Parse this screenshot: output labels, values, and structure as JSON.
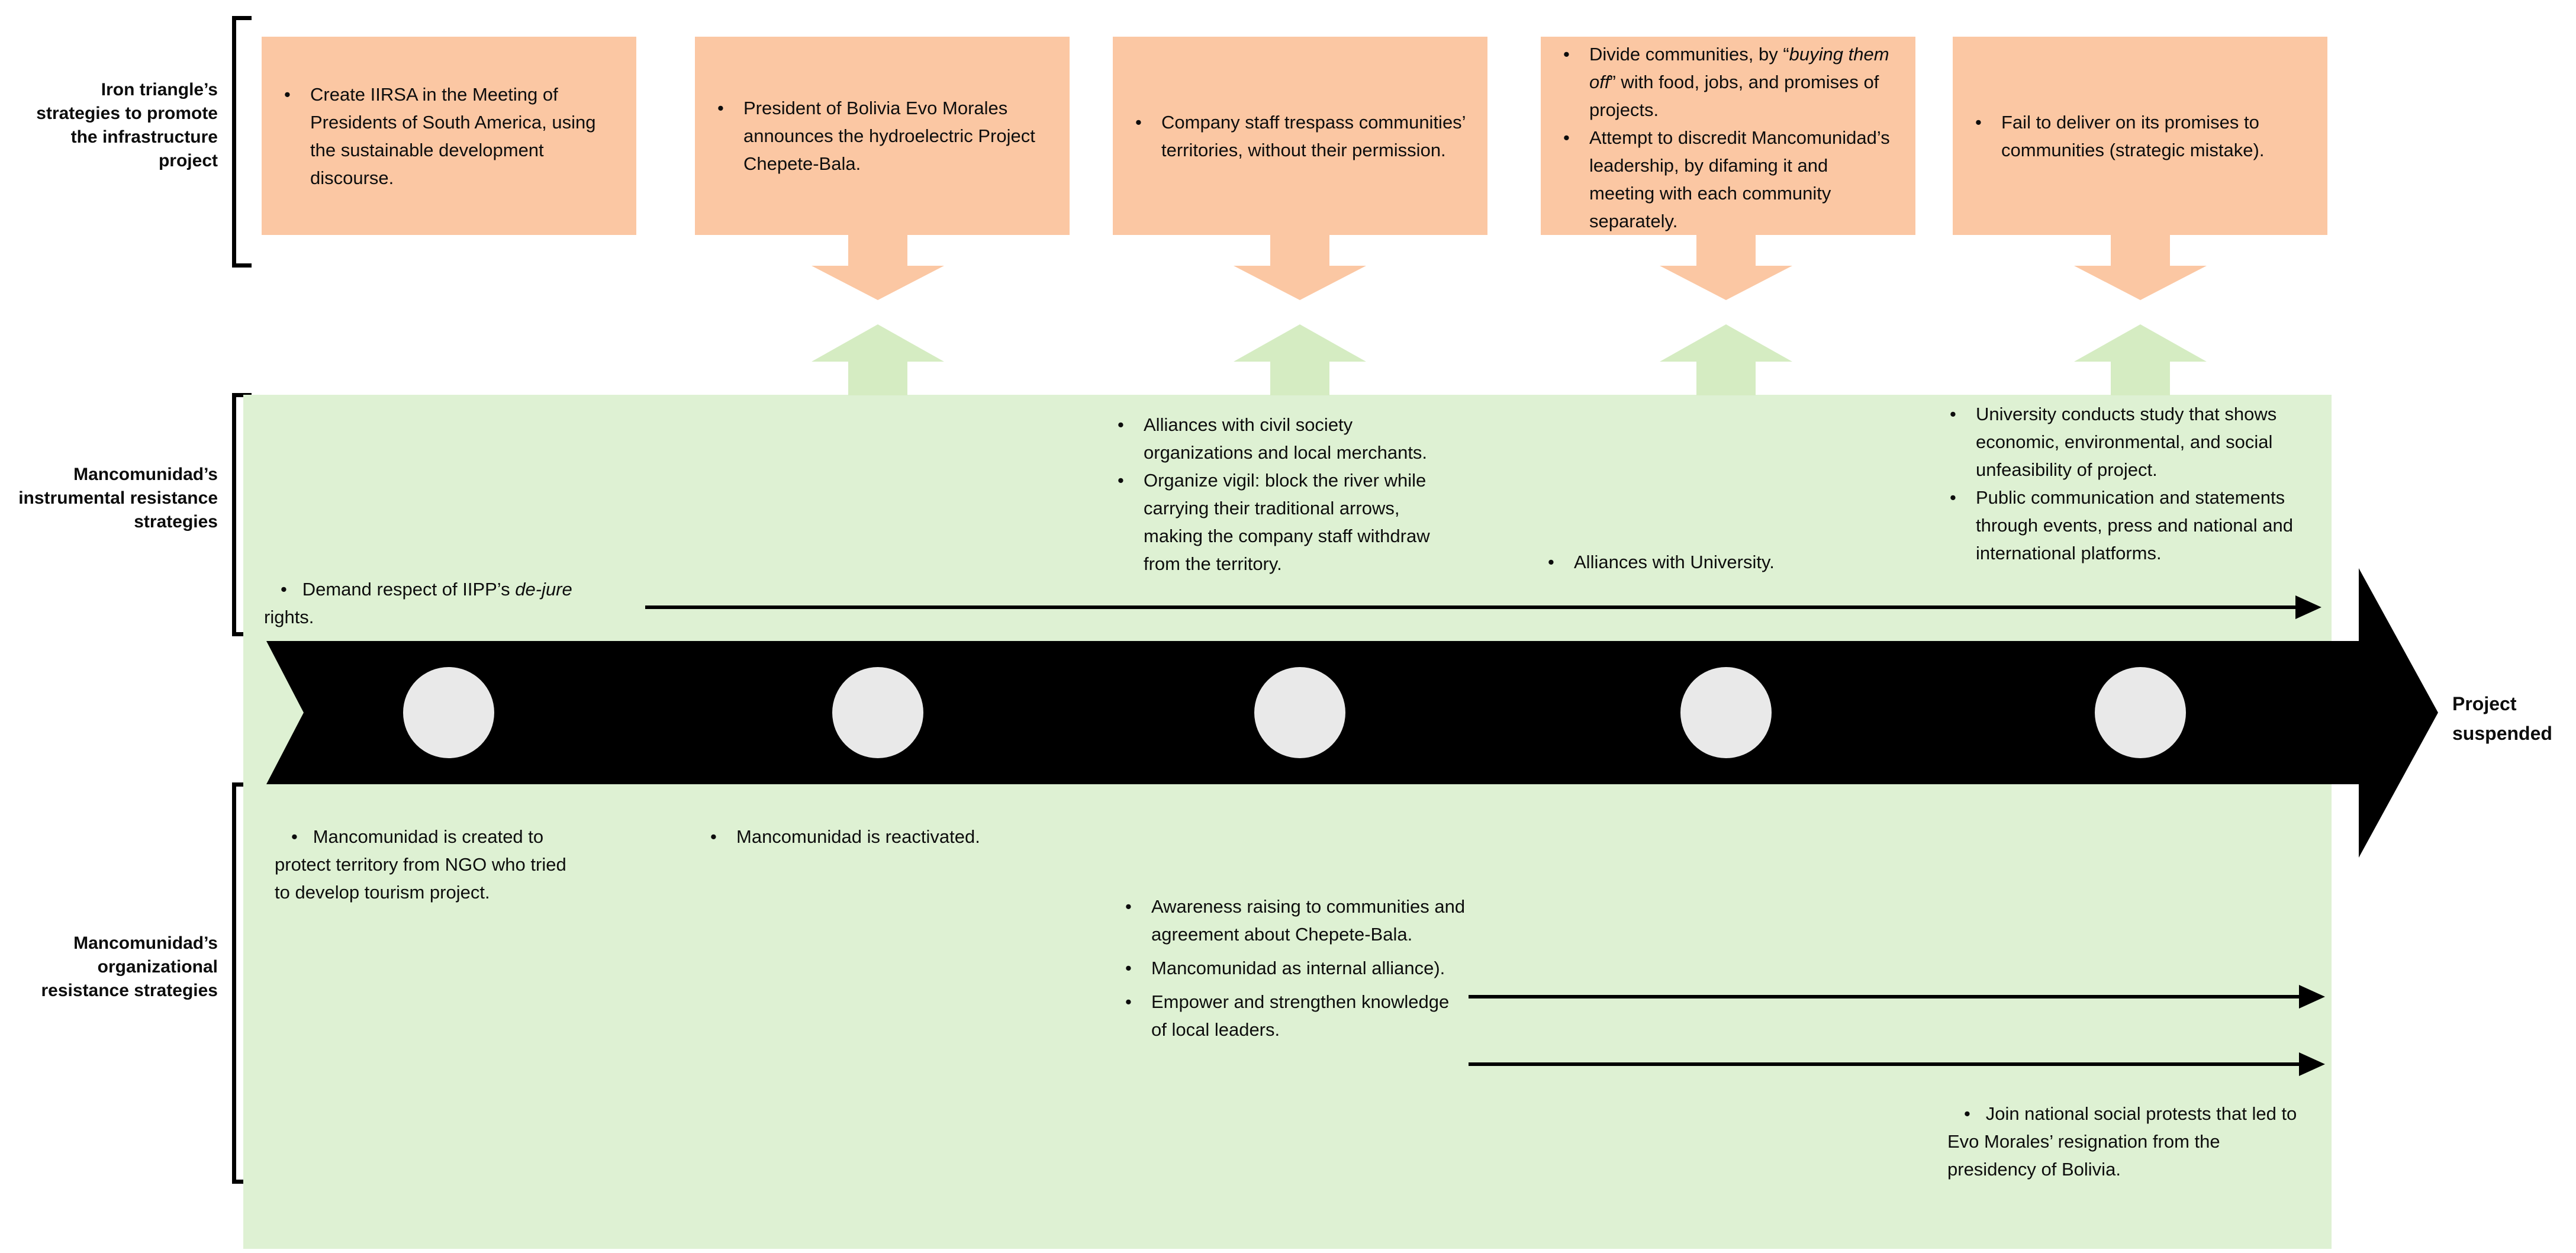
{
  "colors": {
    "strategy_box": "#fbc7a3",
    "resistance_box": "#def1d3",
    "resistance_arrow": "#d5ecc2",
    "timeline": "#000000",
    "milestone": "#e9e9e9",
    "text": "#0d0d0d"
  },
  "left_labels": {
    "iron": "Iron triangle’s strategies to promote the infrastructure project",
    "instrumental": "Mancomunidad’s instrumental resistance strategies",
    "organizational": "Mancomunidad’s organizational resistance strategies"
  },
  "iron_row": {
    "boxes": [
      {
        "bullets": [
          "Create IIRSA in the Meeting of Presidents of South America, using the sustainable development discourse."
        ]
      },
      {
        "bullets": [
          "President of Bolivia Evo Morales announces the hydroelectric Project Chepete-Bala."
        ]
      },
      {
        "bullets": [
          "Company staff trespass communities’ territories, without their permission."
        ]
      },
      {
        "bullets": [
          "Divide communities, by “*buying them off*” with food, jobs, and promises of projects.",
          "Attempt to discredit Mancomunidad’s leadership, by difaming it and meeting with each community separately."
        ]
      },
      {
        "bullets": [
          "Fail to deliver on its promises to communities (strategic mistake)."
        ]
      }
    ]
  },
  "instrumental_row": {
    "demand": "Demand respect of IIPP’s *de-jure* rights.",
    "civil_society": [
      "Alliances with civil society organizations and local merchants.",
      "Organize vigil: block the river while carrying their traditional arrows, making the company staff withdraw from the territory."
    ],
    "university_alliance": "Alliances with University.",
    "university_study": [
      "University conducts study that shows economic, environmental, and social unfeasibility of project.",
      "Public communication and statements through events, press and national and international platforms."
    ]
  },
  "organizational_row": {
    "created": "Mancomunidad is created to protect territory from NGO who tried to develop tourism project.",
    "reactivated": "Mancomunidad is reactivated.",
    "internal": [
      "Awareness raising to communities and agreement about Chepete-Bala.",
      "Mancomunidad as internal alliance).",
      "Empower and strengthen knowledge of local leaders."
    ],
    "protests": "Join national social protests that led to Evo Morales’ resignation from the presidency of Bolivia."
  },
  "timeline": {
    "outcome": "Project suspended"
  }
}
